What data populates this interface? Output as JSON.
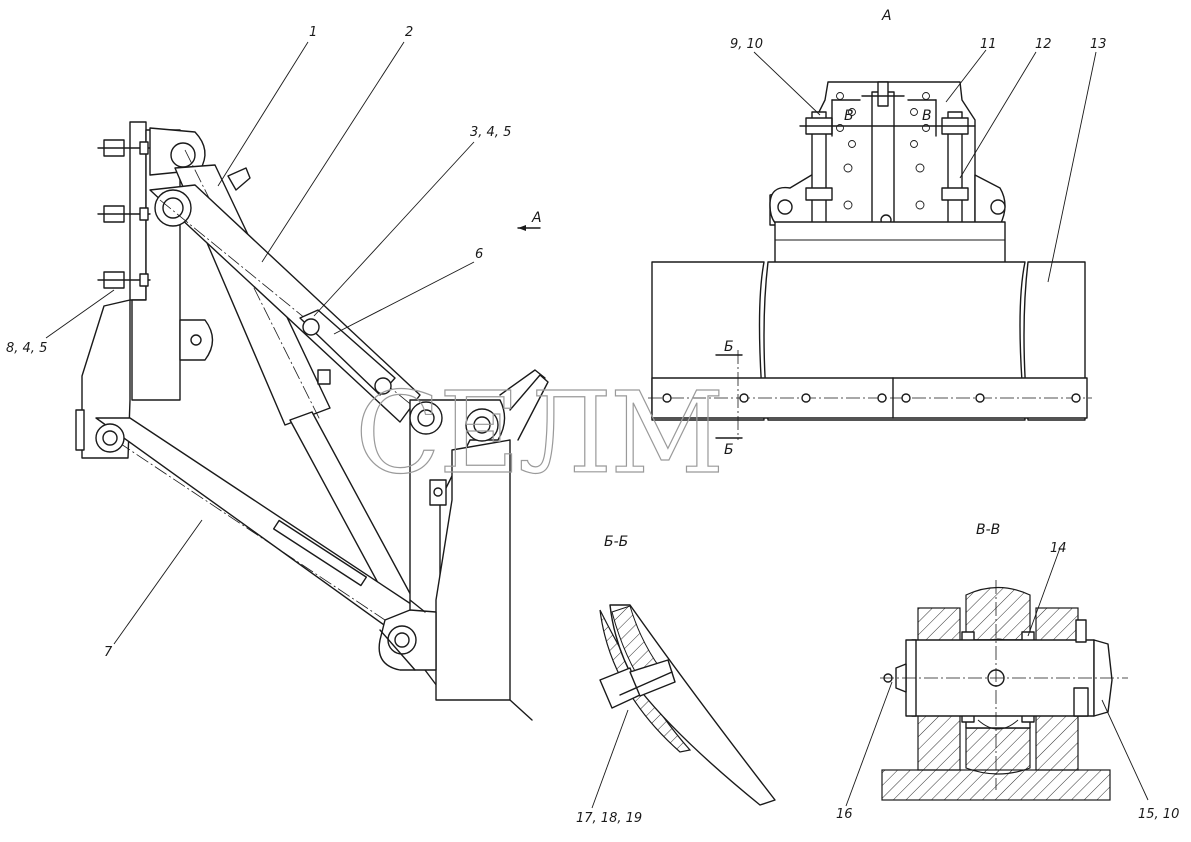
{
  "watermark": "СЕЛМ",
  "views": {
    "view_a": "А",
    "view_a_arrow": "А",
    "section_bb_title": "Б-Б",
    "section_vv_title": "В-В",
    "section_b_marker_top": "Б",
    "section_b_marker_bottom": "Б",
    "section_v_marker_left": "В",
    "section_v_marker_right": "В"
  },
  "callouts": {
    "c1": "1",
    "c2": "2",
    "c3": "3, 4, 5",
    "c6": "6",
    "c7": "7",
    "c8": "8, 4, 5",
    "c9": "9, 10",
    "c11": "11",
    "c12": "12",
    "c13": "13",
    "c14": "14",
    "c15": "15, 10",
    "c16": "16",
    "c17": "17, 18, 19"
  }
}
